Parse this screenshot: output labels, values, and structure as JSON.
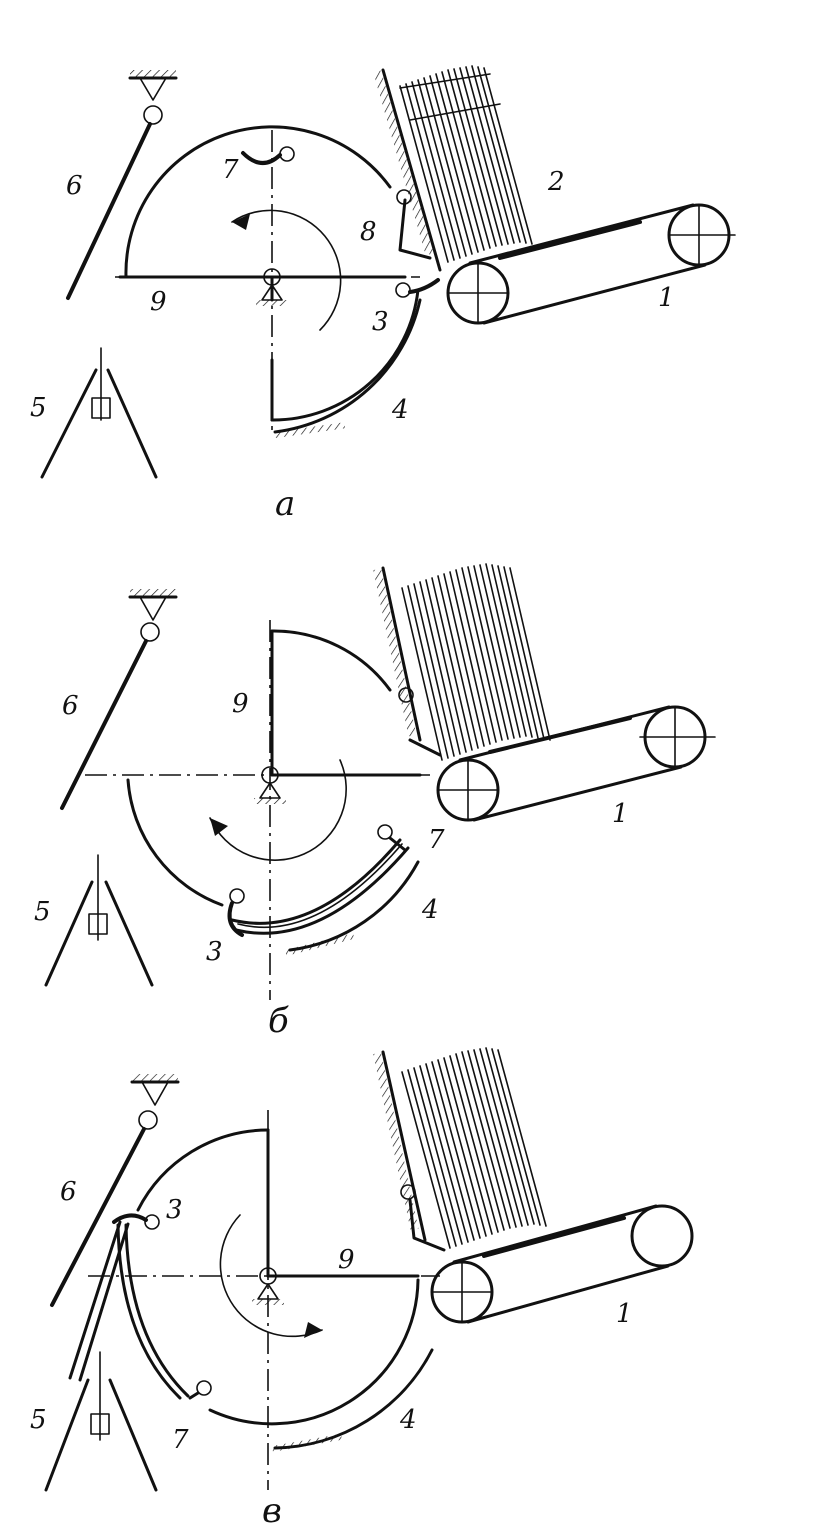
{
  "panels": [
    {
      "caption": "a",
      "labels": {
        "l1": "1",
        "l2": "2",
        "l3": "3",
        "l4": "4",
        "l5": "5",
        "l6": "6",
        "l7": "7",
        "l8": "8",
        "l9": "9"
      }
    },
    {
      "caption": "б",
      "labels": {
        "l1": "1",
        "l3": "3",
        "l4": "4",
        "l5": "5",
        "l6": "6",
        "l7": "7",
        "l9": "9"
      }
    },
    {
      "caption": "в",
      "labels": {
        "l1": "1",
        "l3": "3",
        "l4": "4",
        "l5": "5",
        "l6": "6",
        "l7": "7",
        "l9": "9"
      }
    }
  ]
}
